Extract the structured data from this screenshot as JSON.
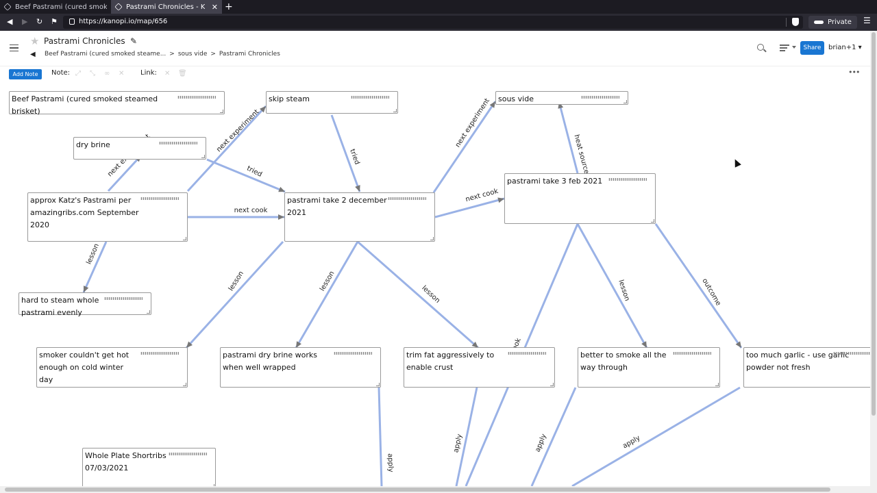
{
  "browser": {
    "tabs": [
      {
        "title": "Beef Pastrami (cured smoked s",
        "active": false
      },
      {
        "title": "Pastrami Chronicles - Kanop",
        "active": true
      }
    ],
    "new_tab_label": "+",
    "url": "https://kanopi.io/map/656",
    "private_label": "Private",
    "menu_label": "☰"
  },
  "header": {
    "title": "Pastrami Chronicles",
    "breadcrumb": [
      "Beef Pastrami (cured smoked steame...",
      ">",
      "sous vide",
      ">",
      "Pastrami Chronicles"
    ],
    "share_label": "Share",
    "user_label": "brian+1 ▾"
  },
  "toolbar": {
    "add_note_label": "Add Note",
    "note_label": "Note:",
    "link_label": "Link:"
  },
  "notes": [
    {
      "id": "beef-pastrami",
      "text": "Beef Pastrami (cured smoked steamed brisket)"
    },
    {
      "id": "skip-steam",
      "text": "skip steam"
    },
    {
      "id": "sous-vide",
      "text": "sous vide"
    },
    {
      "id": "dry-brine",
      "text": "dry brine"
    },
    {
      "id": "approx-katz",
      "text": "approx Katz's Pastrami per amazingribs.com September 2020"
    },
    {
      "id": "take-2-dec",
      "text": "pastrami take 2 december 2021"
    },
    {
      "id": "take-3-feb",
      "text": "pastrami take 3 feb 2021"
    },
    {
      "id": "hard-to-steam",
      "text": "hard to steam whole pastrami evenly"
    },
    {
      "id": "smoker-cold",
      "text": "smoker couldn't get hot enough on cold winter day"
    },
    {
      "id": "dry-brine-works",
      "text": "pastrami dry brine works when well wrapped"
    },
    {
      "id": "trim-fat",
      "text": "trim fat aggressively to enable crust"
    },
    {
      "id": "smoke-through",
      "text": "better to smoke all the way through"
    },
    {
      "id": "too-much-garlic",
      "text": "too much garlic - use garlic powder not fresh"
    },
    {
      "id": "shortribs",
      "text": "Whole Plate Shortribs 07/03/2021"
    }
  ],
  "edges": [
    {
      "label": "next experiment"
    },
    {
      "label": "next experiment"
    },
    {
      "label": "tried"
    },
    {
      "label": "next cook"
    },
    {
      "label": "lesson"
    },
    {
      "label": "tried"
    },
    {
      "label": "next experiment"
    },
    {
      "label": "next cook"
    },
    {
      "label": "heat source"
    },
    {
      "label": "lesson"
    },
    {
      "label": "lesson"
    },
    {
      "label": "lesson"
    },
    {
      "label": "next cook"
    },
    {
      "label": "lesson"
    },
    {
      "label": "outcome"
    },
    {
      "label": "apply"
    },
    {
      "label": "apply"
    },
    {
      "label": "apply"
    },
    {
      "label": "apply"
    }
  ],
  "icons": {
    "star": "star-icon",
    "edit": "pencil-icon",
    "search": "search-icon",
    "list": "list-icon",
    "more": "more-horizontal-icon"
  },
  "colors": {
    "edge": "#9ab2e6",
    "accent": "#1976d2"
  }
}
